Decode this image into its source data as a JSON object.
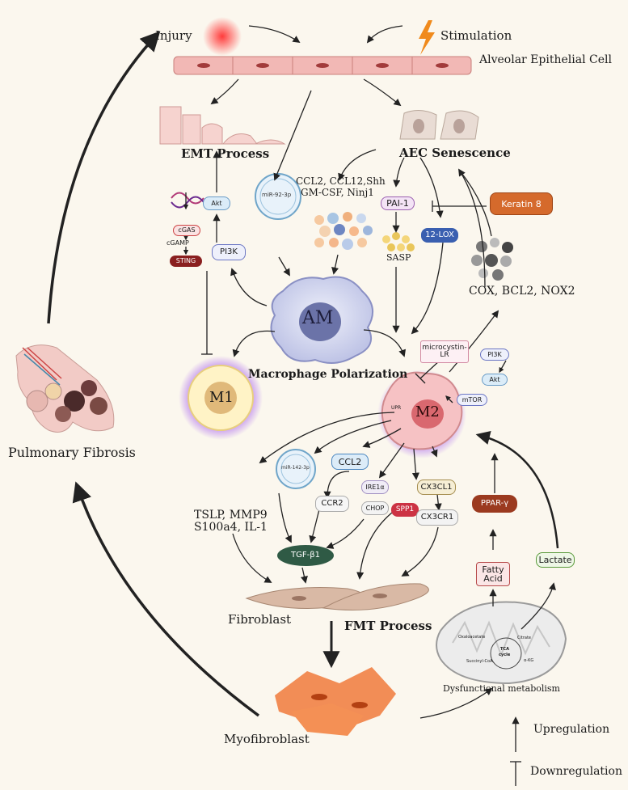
{
  "labels": {
    "injury": "Injury",
    "stimulation": "Stimulation",
    "alveolar_epithelial_cell": "Alveolar Epithelial Cell",
    "emt_process": "EMT Process",
    "aec_senescence": "AEC Senescence",
    "cytokines_line1": "CCL2, CCL12,Shh",
    "cytokines_line2": "GM-CSF, Ninj1",
    "pai1": "PAI-1",
    "sasp": "SASP",
    "lox12": "12-LOX",
    "keratin8": "Keratin 8",
    "cox": "COX, BCL2, NOX2",
    "akt_top": "Akt",
    "pi3k_left": "PI3K",
    "cgas": "cGAS",
    "cgamp": "cGAMP",
    "sting": "STING",
    "mir92": "miR-92-3p",
    "am": "AM",
    "macrophage_polarization": "Macrophage Polarization",
    "m1": "M1",
    "m2": "M2",
    "microcystin_line1": "microcystin-",
    "microcystin_line2": "LR",
    "pi3k_right": "PI3K",
    "akt_right": "Akt",
    "mtor": "mTOR",
    "upr": "UPR",
    "mir142": "miR-142-3p",
    "ccl2": "CCL2",
    "ccr2": "CCR2",
    "ire1a": "IRE1α",
    "chop": "CHOP",
    "spp1": "SPP1",
    "cx3cl1": "CX3CL1",
    "cx3cr1": "CX3CR1",
    "tslp_line1": "TSLP, MMP9",
    "tslp_line2": "S100a4, IL-1",
    "tgfb1": "TGF-β1",
    "ppar": "PPAR-γ",
    "fatty_line1": "Fatty",
    "fatty_line2": "Acid",
    "lactate": "Lactate",
    "fibroblast": "Fibroblast",
    "fmt_process": "FMT Process",
    "myofibroblast": "Myofibroblast",
    "dysfunctional_metabolism": "Dysfunctional metabolism",
    "oxaloacetate": "Oxaloacetate",
    "citrate": "Citrate",
    "tca_line1": "TCA",
    "tca_line2": "cycle",
    "succinyl": "Succinyl-CoA",
    "akg": "α-KG",
    "pulmonary_fibrosis": "Pulmonary Fibrosis",
    "upregulation": "Upregulation",
    "downregulation": "Downregulation"
  },
  "colors": {
    "background": "#fbf7ee",
    "epithelium": "#f2b8b5",
    "m1_glow": "#b46cf0",
    "m2_cell": "#f6c2c4",
    "tgf": "#2f5a45",
    "sting": "#8a1f1f",
    "spp1": "#cc3344",
    "ppar": "#9b3a1f",
    "keratin": "#d56a2c",
    "lox": "#3a5fb0"
  }
}
